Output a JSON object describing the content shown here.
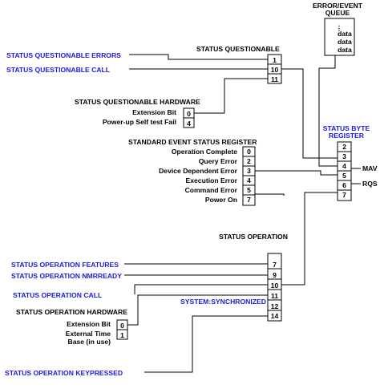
{
  "queue": {
    "title_line1": "ERROR/EVENT",
    "title_line2": "QUEUE",
    "dots": "⋮",
    "entries": [
      "data",
      "data",
      "data"
    ]
  },
  "status_questionable": {
    "title": "STATUS QUESTIONABLE",
    "bits": [
      "1",
      "10",
      "11"
    ],
    "inputs": [
      "STATUS QUESTIONABLE ERRORS",
      "STATUS QUESTIONABLE CALL"
    ]
  },
  "status_questionable_hardware": {
    "title": "STATUS QUESTIONABLE HARDWARE",
    "labels": [
      "Extension Bit",
      "Power-up Self test Fail"
    ],
    "bits": [
      "0",
      "4"
    ]
  },
  "standard_event": {
    "title": "STANDARD EVENT STATUS REGISTER",
    "labels": [
      "Operation Complete",
      "Query Error",
      "Device Dependent Error",
      "Execution Error",
      "Command Error",
      "Power On"
    ],
    "bits": [
      "0",
      "2",
      "3",
      "4",
      "5",
      "7"
    ]
  },
  "status_byte": {
    "title_line1": "STATUS BYTE",
    "title_line2": "REGISTER",
    "bits": [
      "2",
      "3",
      "4",
      "5",
      "6",
      "7"
    ],
    "mav": "MAV",
    "rqs": "RQS"
  },
  "status_operation": {
    "title": "STATUS OPERATION",
    "bits": [
      "7",
      "9",
      "10",
      "11",
      "12",
      "14"
    ],
    "inputs": [
      "STATUS OPERATION FEATURES",
      "STATUS OPERATION NMRREADY",
      "STATUS OPERATION CALL",
      "SYSTEM:SYNCHRONIZED",
      "STATUS OPERATION KEYPRESSED"
    ]
  },
  "status_operation_hardware": {
    "title": "STATUS OPERATION HARDWARE",
    "labels": [
      "Extension Bit",
      "External Time",
      "Base (in use)"
    ],
    "bits": [
      "0",
      "1"
    ]
  }
}
